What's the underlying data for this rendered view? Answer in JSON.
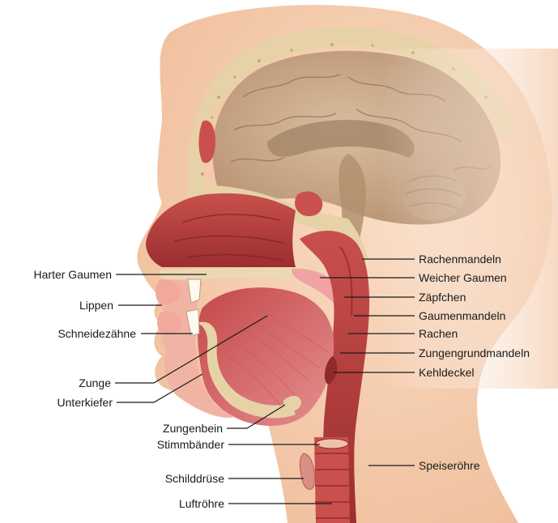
{
  "labels_left": [
    {
      "id": "harter-gaumen",
      "text": "Harter Gaumen"
    },
    {
      "id": "lippen",
      "text": "Lippen"
    },
    {
      "id": "schneidezaehne",
      "text": "Schneidezähne"
    },
    {
      "id": "zunge",
      "text": "Zunge"
    },
    {
      "id": "unterkiefer",
      "text": "Unterkiefer"
    },
    {
      "id": "zungenbein",
      "text": "Zungenbein"
    },
    {
      "id": "stimmbaender",
      "text": "Stimmbänder"
    },
    {
      "id": "schilddruese",
      "text": "Schilddrüse"
    },
    {
      "id": "luftroehre",
      "text": "Luftröhre"
    }
  ],
  "labels_right": [
    {
      "id": "rachenmandeln",
      "text": "Rachenmandeln"
    },
    {
      "id": "weicher-gaumen",
      "text": "Weicher Gaumen"
    },
    {
      "id": "zaepfchen",
      "text": "Zäpfchen"
    },
    {
      "id": "gaumenmandeln",
      "text": "Gaumenmandeln"
    },
    {
      "id": "rachen",
      "text": "Rachen"
    },
    {
      "id": "zungengrundmandeln",
      "text": "Zungengrundmandeln"
    },
    {
      "id": "kehldeckel",
      "text": "Kehldeckel"
    },
    {
      "id": "speiseroehre",
      "text": "Speiseröhre"
    }
  ],
  "colors": {
    "skin": "#f6cfb0",
    "skin_dark": "#eab892",
    "bone": "#ead9b3",
    "brain": "#c9a888",
    "muscle": "#b5403f",
    "muscle_dark": "#8e2a2c",
    "pink": "#f0a3a3",
    "label_line": "#1a1a1a"
  }
}
